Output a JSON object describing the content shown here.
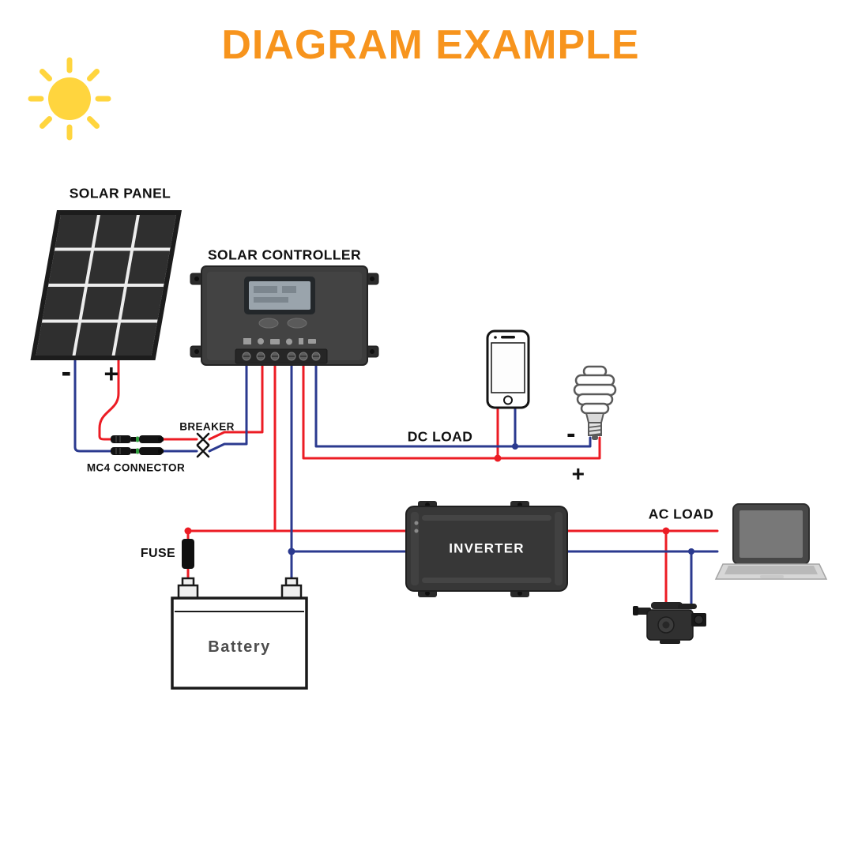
{
  "title": "DIAGRAM EXAMPLE",
  "colors": {
    "title_orange": "#F7941D",
    "wire_red": "#EC1C24",
    "wire_blue": "#2B3A8F",
    "sun_yellow": "#FFD53E",
    "text_black": "#111111",
    "battery_text": "#4D4D4D",
    "device_dark": "#3A3A3A"
  },
  "labels": {
    "solar_panel": "SOLAR PANEL",
    "solar_controller": "SOLAR CONTROLLER",
    "breaker": "BREAKER",
    "mc4_connector": "MC4 CONNECTOR",
    "dc_load": "DC LOAD",
    "ac_load": "AC LOAD",
    "fuse": "FUSE",
    "inverter": "INVERTER",
    "battery": "Battery"
  },
  "polarity": {
    "panel_negative": "-",
    "panel_positive": "+",
    "dc_negative": "-",
    "dc_positive": "+"
  },
  "icons": [
    {
      "name": "sun-icon"
    },
    {
      "name": "solar-panel-icon"
    },
    {
      "name": "solar-controller-icon"
    },
    {
      "name": "mc4-connector-icon"
    },
    {
      "name": "breaker-icon"
    },
    {
      "name": "fuse-icon"
    },
    {
      "name": "battery-icon"
    },
    {
      "name": "inverter-icon"
    },
    {
      "name": "smartphone-icon"
    },
    {
      "name": "cfl-bulb-icon"
    },
    {
      "name": "laptop-icon"
    },
    {
      "name": "video-camera-icon"
    }
  ]
}
